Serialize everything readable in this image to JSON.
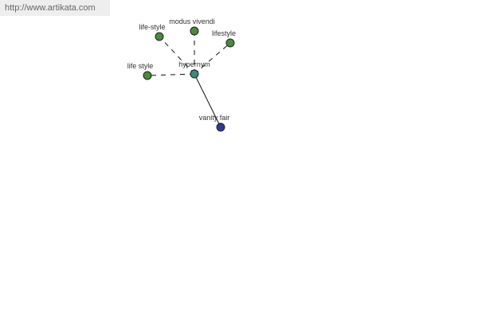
{
  "header": {
    "url": "http://www.artikata.com"
  },
  "graph": {
    "center": {
      "id": "hypernym",
      "label": "hypernym"
    },
    "nodes": [
      {
        "id": "hypernym",
        "label": "hypernym",
        "kind": "center",
        "color": "#3a8a80"
      },
      {
        "id": "life-style",
        "label": "life-style",
        "kind": "synonym",
        "color": "#4a8a3e"
      },
      {
        "id": "modus-vivendi",
        "label": "modus vivendi",
        "kind": "synonym",
        "color": "#4a8a3e"
      },
      {
        "id": "lifestyle",
        "label": "lifestyle",
        "kind": "synonym",
        "color": "#4a8a3e"
      },
      {
        "id": "life-style-2",
        "label": "life style",
        "kind": "synonym",
        "color": "#4a8a3e"
      },
      {
        "id": "vanity-fair",
        "label": "vanity fair",
        "kind": "hypernym",
        "color": "#2f3a8e"
      }
    ],
    "edges": [
      {
        "from": "hypernym",
        "to": "life-style",
        "style": "dashed"
      },
      {
        "from": "hypernym",
        "to": "modus-vivendi",
        "style": "dashed"
      },
      {
        "from": "hypernym",
        "to": "lifestyle",
        "style": "dashed"
      },
      {
        "from": "hypernym",
        "to": "life-style-2",
        "style": "dashed"
      },
      {
        "from": "hypernym",
        "to": "vanity-fair",
        "style": "solid"
      }
    ]
  }
}
